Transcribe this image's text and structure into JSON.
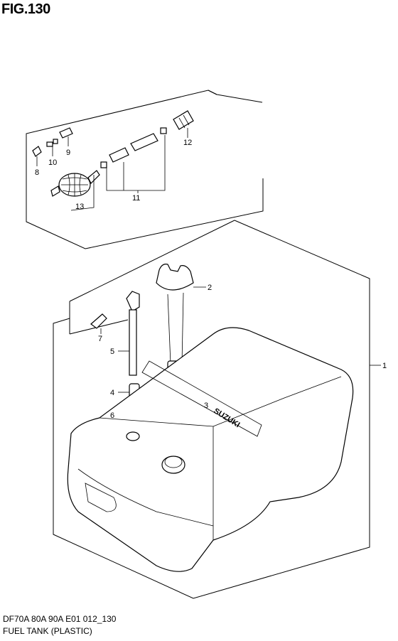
{
  "figure": {
    "title": "FIG.130",
    "code": "DF70A 80A 90A E01 012_130",
    "name": "FUEL TANK (PLASTIC)"
  },
  "callouts": [
    "1",
    "2",
    "3",
    "4",
    "5",
    "6",
    "7",
    "8",
    "9",
    "10",
    "11",
    "12",
    "13"
  ],
  "tank_lettering": "SUZUKI"
}
